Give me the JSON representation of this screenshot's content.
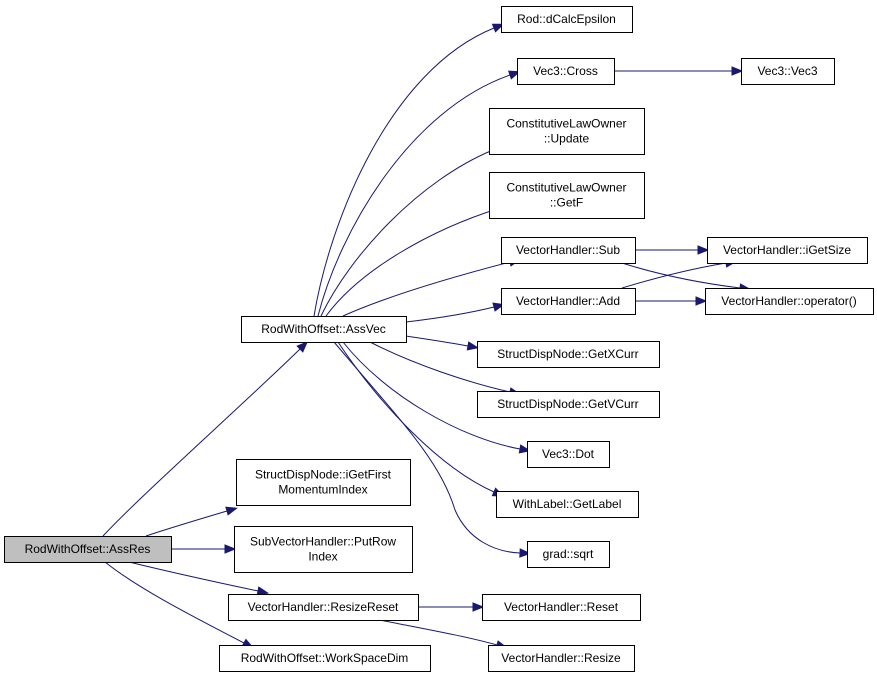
{
  "colors": {
    "edge": "#191970",
    "root_fill": "#bfbfbf",
    "node_fill": "#ffffff",
    "border": "#000000"
  },
  "nodes": [
    {
      "id": "assres",
      "lines": [
        "RodWithOffset::AssRes"
      ],
      "root": true
    },
    {
      "id": "assvec",
      "lines": [
        "RodWithOffset::AssVec"
      ]
    },
    {
      "id": "dcalc",
      "lines": [
        "Rod::dCalcEpsilon"
      ]
    },
    {
      "id": "cross",
      "lines": [
        "Vec3::Cross"
      ]
    },
    {
      "id": "vec3",
      "lines": [
        "Vec3::Vec3"
      ]
    },
    {
      "id": "update",
      "lines": [
        "ConstitutiveLawOwner",
        "::Update"
      ]
    },
    {
      "id": "getf",
      "lines": [
        "ConstitutiveLawOwner",
        "::GetF"
      ]
    },
    {
      "id": "sub",
      "lines": [
        "VectorHandler::Sub"
      ]
    },
    {
      "id": "igetsize",
      "lines": [
        "VectorHandler::iGetSize"
      ]
    },
    {
      "id": "add",
      "lines": [
        "VectorHandler::Add"
      ]
    },
    {
      "id": "operator",
      "lines": [
        "VectorHandler::operator()"
      ]
    },
    {
      "id": "getxcurr",
      "lines": [
        "StructDispNode::GetXCurr"
      ]
    },
    {
      "id": "getvcurr",
      "lines": [
        "StructDispNode::GetVCurr"
      ]
    },
    {
      "id": "dot",
      "lines": [
        "Vec3::Dot"
      ]
    },
    {
      "id": "getlabel",
      "lines": [
        "WithLabel::GetLabel"
      ]
    },
    {
      "id": "sqrt",
      "lines": [
        "grad::sqrt"
      ]
    },
    {
      "id": "igetfirst",
      "lines": [
        "StructDispNode::iGetFirst",
        "MomentumIndex"
      ]
    },
    {
      "id": "putrow",
      "lines": [
        "SubVectorHandler::PutRow",
        "Index"
      ]
    },
    {
      "id": "resizereset",
      "lines": [
        "VectorHandler::ResizeReset"
      ]
    },
    {
      "id": "reset",
      "lines": [
        "VectorHandler::Reset"
      ]
    },
    {
      "id": "resize",
      "lines": [
        "VectorHandler::Resize"
      ]
    },
    {
      "id": "workspace",
      "lines": [
        "RodWithOffset::WorkSpaceDim"
      ]
    }
  ],
  "edges": [
    {
      "from": "assres",
      "to": "assvec"
    },
    {
      "from": "assres",
      "to": "igetfirst"
    },
    {
      "from": "assres",
      "to": "putrow"
    },
    {
      "from": "assres",
      "to": "resizereset"
    },
    {
      "from": "assres",
      "to": "workspace"
    },
    {
      "from": "assvec",
      "to": "dcalc"
    },
    {
      "from": "assvec",
      "to": "cross"
    },
    {
      "from": "assvec",
      "to": "update"
    },
    {
      "from": "assvec",
      "to": "getf"
    },
    {
      "from": "assvec",
      "to": "sub"
    },
    {
      "from": "assvec",
      "to": "add"
    },
    {
      "from": "assvec",
      "to": "getxcurr"
    },
    {
      "from": "assvec",
      "to": "getvcurr"
    },
    {
      "from": "assvec",
      "to": "dot"
    },
    {
      "from": "assvec",
      "to": "getlabel"
    },
    {
      "from": "assvec",
      "to": "sqrt"
    },
    {
      "from": "cross",
      "to": "vec3"
    },
    {
      "from": "sub",
      "to": "igetsize"
    },
    {
      "from": "sub",
      "to": "operator"
    },
    {
      "from": "add",
      "to": "igetsize"
    },
    {
      "from": "add",
      "to": "operator"
    },
    {
      "from": "resizereset",
      "to": "reset"
    },
    {
      "from": "resizereset",
      "to": "resize"
    }
  ]
}
